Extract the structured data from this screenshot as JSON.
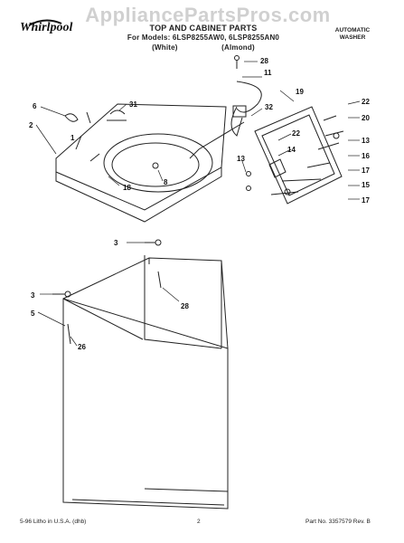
{
  "watermark": "AppliancePartsPros.com",
  "brand": "Whirlpool",
  "header": {
    "title": "TOP AND CABINET PARTS",
    "models": "For Models: 6LSP8255AW0, 6LSP8255AN0",
    "colors": "(White)                    (Almond)",
    "product_line1": "AUTOMATIC",
    "product_line2": "WASHER"
  },
  "callouts": [
    "28",
    "11",
    "19",
    "22",
    "20",
    "13",
    "16",
    "17",
    "15",
    "17",
    "6",
    "31",
    "32",
    "2",
    "1",
    "22",
    "14",
    "13",
    "18",
    "8",
    "3",
    "28",
    "3",
    "5",
    "26"
  ],
  "footer": {
    "left": "5-96 Litho in U.S.A. (dhb)",
    "page": "2",
    "part_no": "Part No. 3357579 Rev. B"
  }
}
